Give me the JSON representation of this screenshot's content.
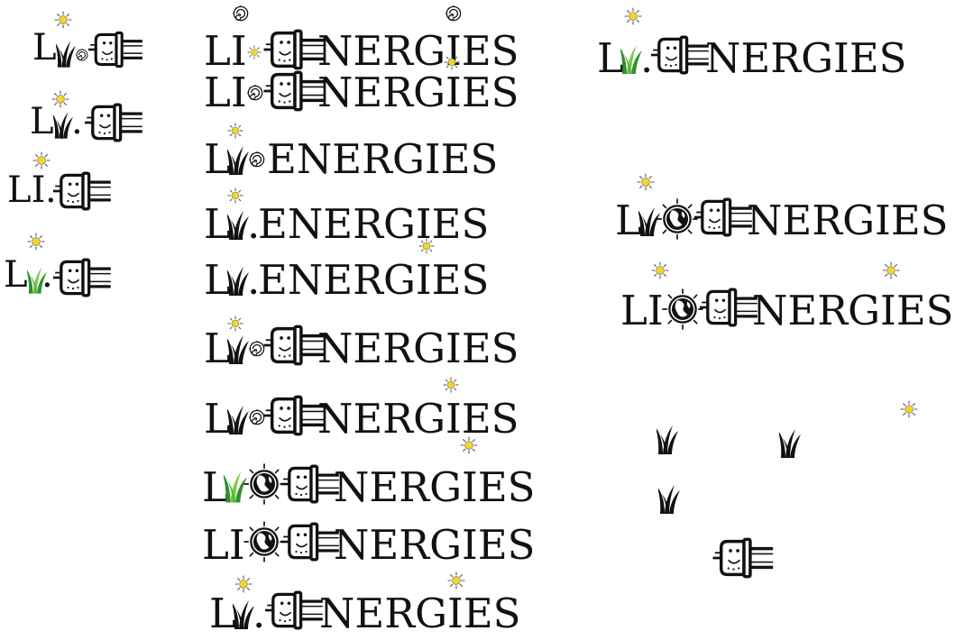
{
  "brand": {
    "prefix": "LI",
    "prefix_short": "L",
    "dot": ".",
    "word_full": "ENERGIES",
    "word_tail": "NERGIES"
  },
  "colors": {
    "ink": "#111111",
    "sun": "#F3D52A",
    "grass_dark": "#2F8F2F",
    "grass_light": "#7CC84A"
  },
  "icons": [
    "sun-icon",
    "grass-icon",
    "globe-icon",
    "plug-icon",
    "swirl-icon"
  ]
}
